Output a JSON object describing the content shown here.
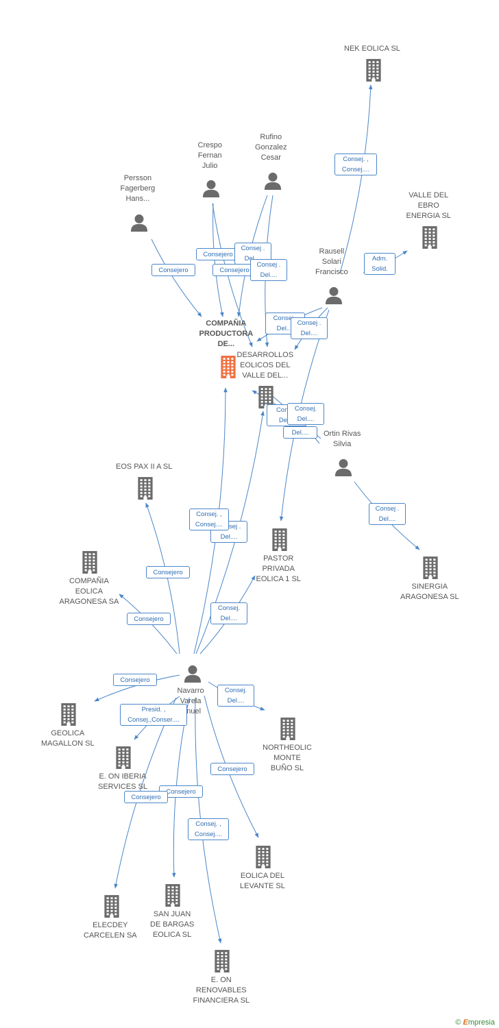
{
  "colors": {
    "edge": "#4a86c8",
    "node_icon": "#6b6b6b",
    "focus_icon": "#f07040",
    "label_text": "#555555"
  },
  "nodes": {
    "focus": {
      "label": "COMPAÑIA PRODUCTORA DE...",
      "lines": [
        "COMPAÑIA",
        "PRODUCTORA",
        "DE..."
      ],
      "icon": "building-icon"
    },
    "nek": {
      "lines": [
        "NEK EOLICA SL"
      ],
      "icon": "building-icon"
    },
    "valle_ebro": {
      "lines": [
        "VALLE DEL",
        "EBRO",
        "ENERGIA SL"
      ],
      "icon": "building-icon"
    },
    "desarrollos": {
      "lines": [
        "DESARROLLOS",
        "EOLICOS DEL",
        "VALLE DEL..."
      ],
      "icon": "building-icon"
    },
    "eos": {
      "lines": [
        "EOS PAX II A SL"
      ],
      "icon": "building-icon"
    },
    "pastor": {
      "lines": [
        "PASTOR",
        "PRIVADA",
        "EOLICA 1 SL"
      ],
      "icon": "building-icon"
    },
    "sinergia": {
      "lines": [
        "SINERGIA",
        "ARAGONESA SL"
      ],
      "icon": "building-icon"
    },
    "cea": {
      "lines": [
        "COMPAÑIA",
        "EOLICA",
        "ARAGONESA SA"
      ],
      "icon": "building-icon"
    },
    "geolica": {
      "lines": [
        "GEOLICA",
        "MAGALLON SL"
      ],
      "icon": "building-icon"
    },
    "eon_iberia": {
      "lines": [
        "E. ON IBERIA",
        "SERVICES SL"
      ],
      "icon": "building-icon"
    },
    "northeolic": {
      "lines": [
        "NORTHEOLIC",
        "MONTE",
        "BUÑO SL"
      ],
      "icon": "building-icon"
    },
    "levante": {
      "lines": [
        "EOLICA DEL",
        "LEVANTE SL"
      ],
      "icon": "building-icon"
    },
    "elecdey": {
      "lines": [
        "ELECDEY",
        "CARCELEN SA"
      ],
      "icon": "building-icon"
    },
    "sanjuan": {
      "lines": [
        "SAN JUAN",
        "DE BARGAS",
        "EOLICA SL"
      ],
      "icon": "building-icon"
    },
    "eon_renov": {
      "lines": [
        "E. ON",
        "RENOVABLES",
        "FINANCIERA  SL"
      ],
      "icon": "building-icon"
    },
    "persson": {
      "lines": [
        "Persson",
        "Fagerberg",
        "Hans..."
      ],
      "icon": "person-icon"
    },
    "crespo": {
      "lines": [
        "Crespo",
        "Fernan",
        "Julio"
      ],
      "icon": "person-icon"
    },
    "rufino": {
      "lines": [
        "Rufino",
        "Gonzalez",
        "Cesar"
      ],
      "icon": "person-icon"
    },
    "rausell": {
      "lines": [
        "Rausell",
        "Solari",
        "Francisco"
      ],
      "icon": "person-icon"
    },
    "ortin": {
      "lines": [
        "Ortin Rivas",
        "Silvia"
      ],
      "icon": "person-icon"
    },
    "navarro": {
      "lines": [
        "Navarro",
        "Varela",
        "...nuel"
      ],
      "icon": "person-icon"
    }
  },
  "edge_labels": [
    [
      "Consej. ,",
      "Consej...."
    ],
    [
      "Adm.",
      "Solid."
    ],
    [
      "Consejero"
    ],
    [
      "Consejero"
    ],
    [
      "Consej .",
      "Del...."
    ],
    [
      "Consejero"
    ],
    [
      "Consej .",
      "Del...."
    ],
    [
      "Consej .",
      "Del...."
    ],
    [
      "Consej .",
      "Del...."
    ],
    [
      "Cons...",
      "Del..."
    ],
    [
      "Consej.",
      "Del...."
    ],
    [
      "Del...."
    ],
    [
      "Consej .",
      "Del...."
    ],
    [
      "Consej .",
      "Del...."
    ],
    [
      "Consej. ,",
      "Consej...."
    ],
    [
      "Consejero"
    ],
    [
      "Consej.",
      "Del...."
    ],
    [
      "Consejero"
    ],
    [
      "Consejero"
    ],
    [
      "Consej.",
      "Del...."
    ],
    [
      "Presid. ,",
      "Consej.,Conser...."
    ],
    [
      "Consejero"
    ],
    [
      "Consejero"
    ],
    [
      "Consejero"
    ],
    [
      "Consej. ,",
      "Consej...."
    ]
  ],
  "footer": {
    "copyright": "©",
    "brand_initial": "E",
    "brand_rest": "mpresia"
  }
}
